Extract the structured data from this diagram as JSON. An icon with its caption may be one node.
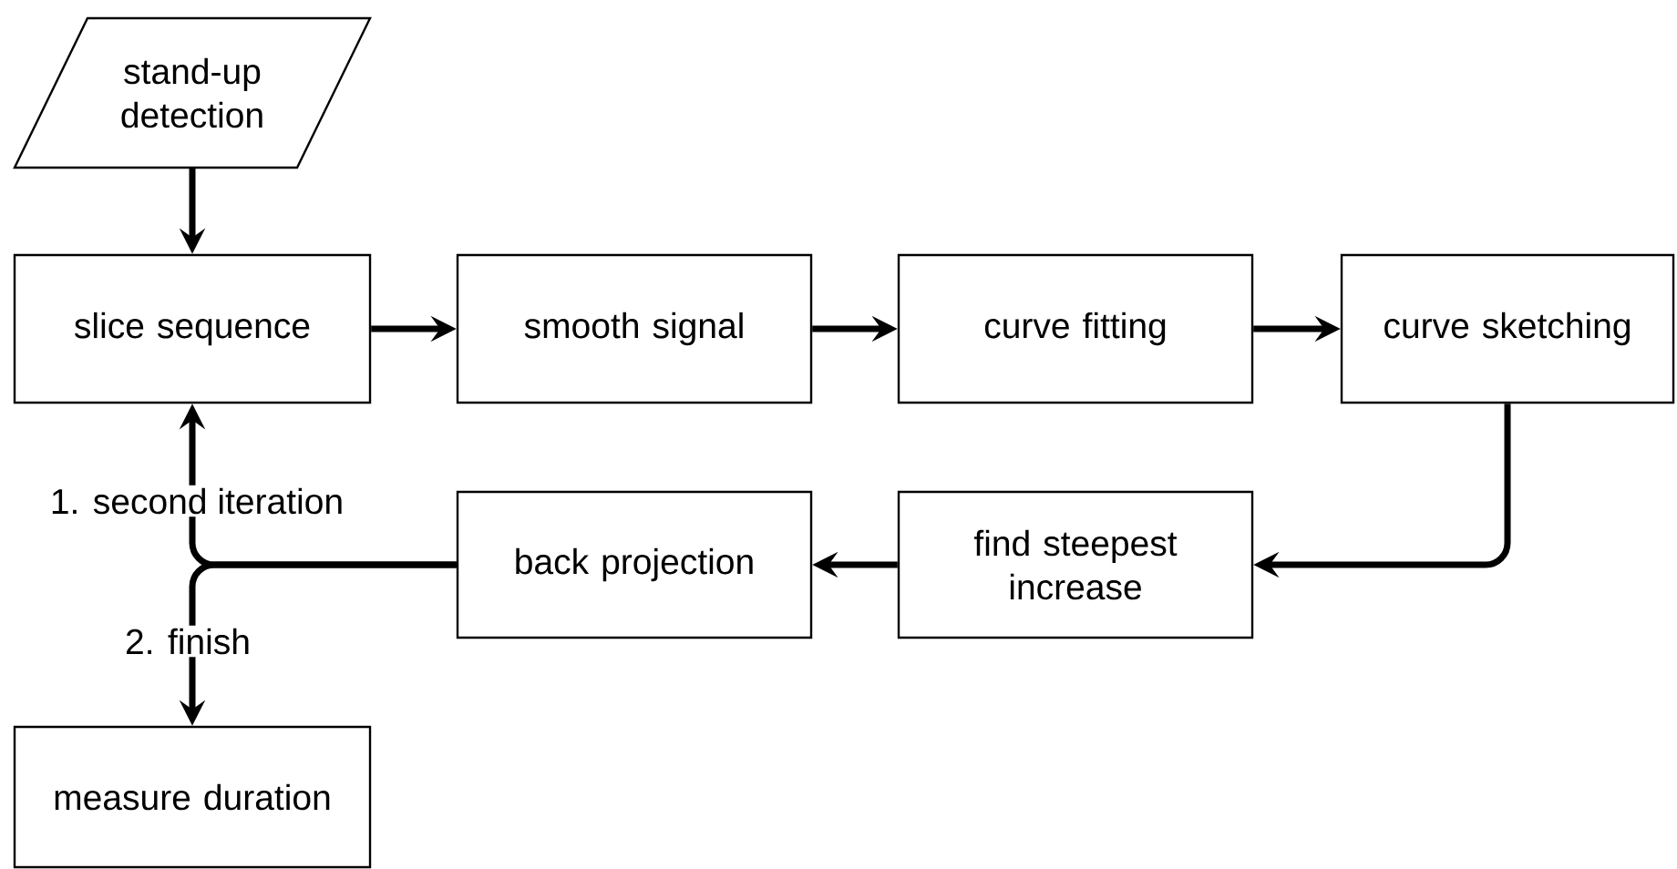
{
  "diagram": {
    "nodes": [
      {
        "text": [
          "stand-up detection"
        ]
      },
      {
        "text": [
          "slice sequence"
        ]
      },
      {
        "text": [
          "smooth signal"
        ]
      },
      {
        "text": [
          "curve fitting"
        ]
      },
      {
        "text": [
          "curve sketching"
        ]
      },
      {
        "text": [
          "find steepest increase"
        ]
      },
      {
        "text": [
          "back projection"
        ]
      },
      {
        "text": [
          "measure duration"
        ]
      }
    ],
    "edges": [
      {
        "from": 0,
        "to": 1,
        "arrow": "to"
      },
      {
        "from": 1,
        "to": 2,
        "arrow": "to"
      },
      {
        "from": 2,
        "to": 3,
        "arrow": "to"
      },
      {
        "from": 3,
        "to": 4,
        "arrow": "to"
      },
      {
        "from": 4,
        "to": 5,
        "arrow": "to"
      },
      {
        "from": 5,
        "to": 6,
        "arrow": "to"
      },
      {
        "from": 6,
        "to": 1,
        "arrow": "to",
        "label": "1. second iteration"
      },
      {
        "from": 6,
        "to": 7,
        "arrow": "to",
        "label": "2. finish"
      }
    ]
  }
}
